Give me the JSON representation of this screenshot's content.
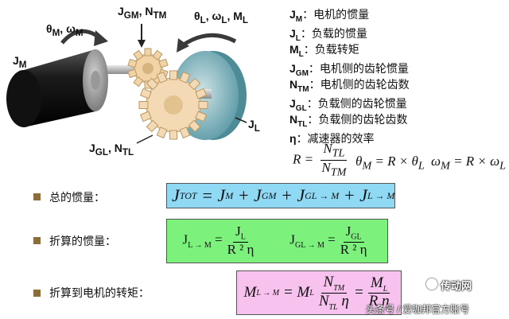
{
  "diagram": {
    "motor_label": "J_M",
    "motor_speed_label": "θ_M, ω_M",
    "gear_motor_label": "J_GM, N_TM",
    "gear_load_label": "J_GL, N_TL",
    "load_label": "J_L",
    "load_speed_label": "θ_L, ω_L, M_L"
  },
  "legend": [
    {
      "sym": "J",
      "sub": "M",
      "desc": "：电机的惯量"
    },
    {
      "sym": "J",
      "sub": "L",
      "desc": "：负载的惯量"
    },
    {
      "sym": "M",
      "sub": "L",
      "desc": "：负载转矩"
    },
    {
      "sym": "J",
      "sub": "GM",
      "desc": "：电机侧的齿轮惯量"
    },
    {
      "sym": "N",
      "sub": "TM",
      "desc": "：电机侧的齿轮齿数"
    },
    {
      "sym": "J",
      "sub": "GL",
      "desc": "：负载侧的齿轮惯量"
    },
    {
      "sym": "N",
      "sub": "TL",
      "desc": "：负载侧的齿轮齿数"
    },
    {
      "sym": "η",
      "sub": "",
      "desc": "：减速器的效率"
    }
  ],
  "formulas": {
    "ratio": "R = N_TL / N_TM",
    "angle": "θ_M = R × θ_L",
    "speed": "ω_M = R × ω_L"
  },
  "items": {
    "total_inertia_label": "总的惯量：",
    "converted_inertia_label": "折算的惯量：",
    "converted_torque_label": "折算到电机的转矩："
  },
  "colors": {
    "total_box": "#8fd9f5",
    "inertia_box": "#7cf27c",
    "torque_box": "#f7c2ee",
    "motor_body": "#222222",
    "gear": "#f1d3a6",
    "load_disk": "#7fb9c4",
    "arrow": "#3a3a3a"
  },
  "watermark": {
    "brand": "传动网",
    "source": "头条号 / 爱咖邦官方账号"
  }
}
